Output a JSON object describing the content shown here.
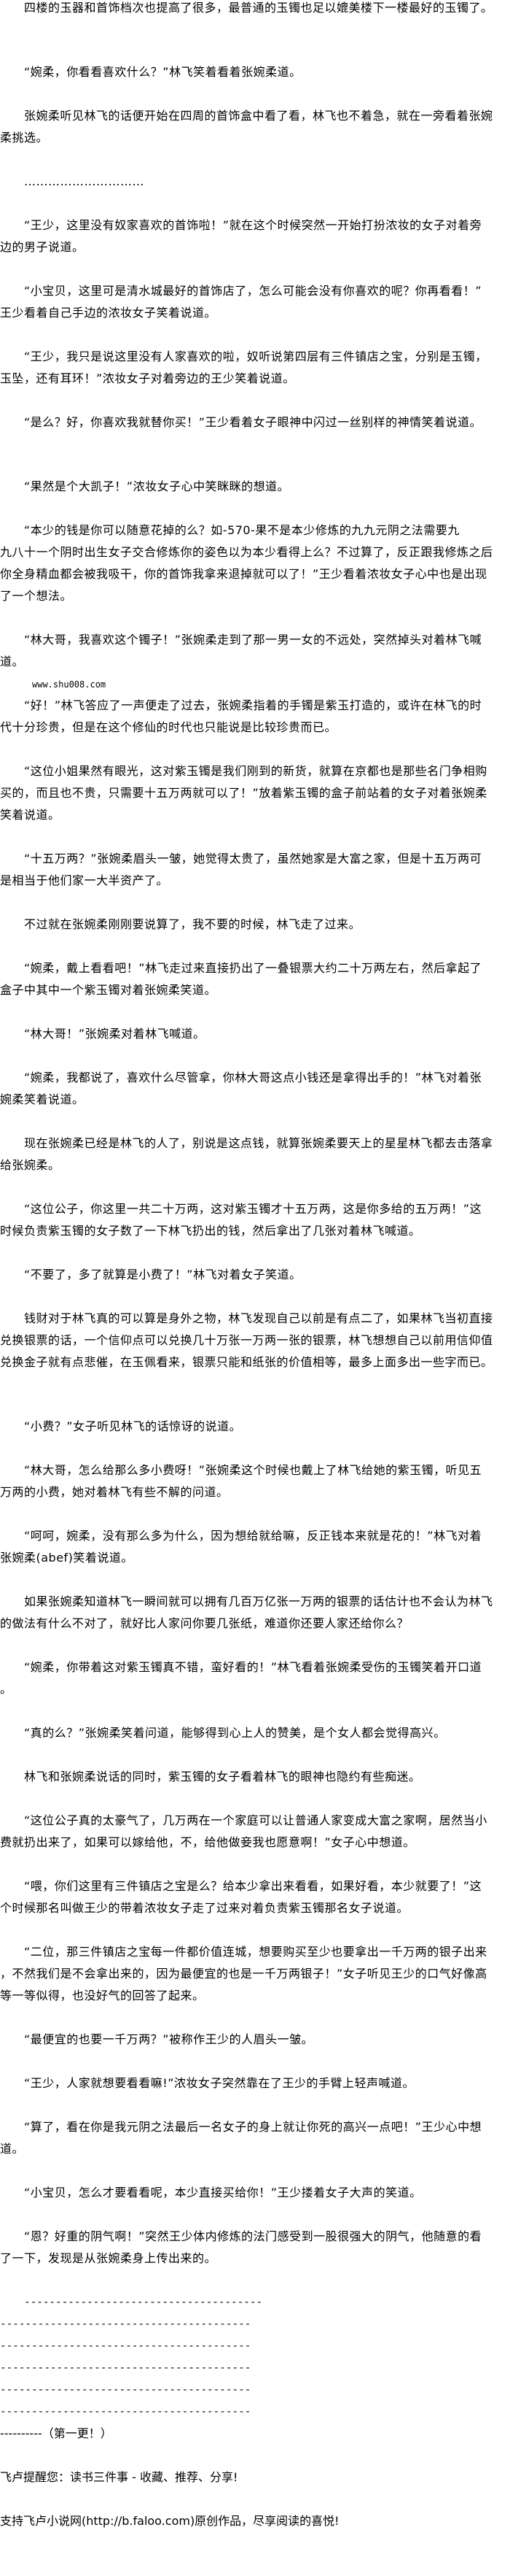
{
  "paragraphs": [
    {
      "indent": true,
      "lines": [
        "四楼的玉器和首饰档次也提高了很多，最普通的玉镯也足以媲美楼下一楼最好的玉镯了。"
      ]
    },
    {
      "indent": true,
      "lines": [
        "“婉柔，你看看喜欢什么？”林飞笑着看着张婉柔道。"
      ]
    },
    {
      "indent": true,
      "lines": [
        "张婉柔听见林飞的话便开始在四周的首饰盒中看了看，林飞也不着急，就在一旁看着张婉",
        "柔挑选。"
      ]
    },
    {
      "indent": true,
      "lines": [
        "…………………………"
      ]
    },
    {
      "indent": true,
      "lines": [
        "“王少，这里没有奴家喜欢的首饰啦！”就在这个时候突然一开始打扮浓妆的女子对着旁",
        "边的男子说道。"
      ]
    },
    {
      "indent": true,
      "lines": [
        "“小宝贝，这里可是清水城最好的首饰店了，怎么可能会没有你喜欢的呢？你再看看！”",
        "王少看着自己手边的浓妆女子笑着说道。"
      ]
    },
    {
      "indent": true,
      "lines": [
        "“王少，我只是说这里没有人家喜欢的啦，奴听说第四层有三件镇店之宝，分别是玉镯，",
        "玉坠，还有耳环！”浓妆女子对着旁边的王少笑着说道。"
      ]
    },
    {
      "indent": true,
      "lines": [
        "“是么？好，你喜欢我就替你买！”王少看着女子眼神中闪过一丝别样的神情笑着说道。"
      ]
    },
    {
      "indent": true,
      "lines": [
        "“果然是个大凯子！”浓妆女子心中笑眯眯的想道。"
      ]
    },
    {
      "indent": true,
      "lines": [
        "“本少的钱是你可以随意花掉的么？如-570-果不是本少修炼的九九元阴之法需要九",
        "九八十一个阴时出生女子交合修炼你的姿色以为本少看得上么？不过算了，反正跟我修炼之后",
        "你全身精血都会被我吸干，你的首饰我拿来退掉就可以了！”王少看着浓妆女子心中也是出现",
        "了一个想法。"
      ]
    },
    {
      "indent": true,
      "lines": [
        "“林大哥，我喜欢这个镯子！”张婉柔走到了那一男一女的不远处，突然掉头对着林飞喊",
        "道。"
      ]
    },
    {
      "indent": true,
      "watermark": "www.shu008.com",
      "lines": [
        "“好！”林飞答应了一声便走了过去，张婉柔指着的手镯是紫玉打造的，或许在林飞的时",
        "代十分珍贵，但是在这个修仙的时代也只能说是比较珍贵而已。"
      ]
    },
    {
      "indent": true,
      "lines": [
        "“这位小姐果然有眼光，这对紫玉镯是我们刚到的新货，就算在京都也是那些名门争相购",
        "买的，而且也不贵，只需要十五万两就可以了！”放着紫玉镯的盒子前站着的女子对着张婉柔",
        "笑着说道。"
      ]
    },
    {
      "indent": true,
      "lines": [
        "“十五万两？”张婉柔眉头一皱，她觉得太贵了，虽然她家是大富之家，但是十五万两可",
        "是相当于他们家一大半资产了。"
      ]
    },
    {
      "indent": true,
      "lines": [
        "不过就在张婉柔刚刚要说算了，我不要的时候，林飞走了过来。"
      ]
    },
    {
      "indent": true,
      "lines": [
        "“婉柔，戴上看看吧！”林飞走过来直接扔出了一叠银票大约二十万两左右，然后拿起了",
        "盒子中其中一个紫玉镯对着张婉柔笑道。"
      ]
    },
    {
      "indent": true,
      "lines": [
        "“林大哥！”张婉柔对着林飞喊道。"
      ]
    },
    {
      "indent": true,
      "lines": [
        "“婉柔，我都说了，喜欢什么尽管拿，你林大哥这点小钱还是拿得出手的！”林飞对着张",
        "婉柔笑着说道。"
      ]
    },
    {
      "indent": true,
      "lines": [
        "现在张婉柔已经是林飞的人了，别说是这点钱，就算张婉柔要天上的星星林飞都去击落拿",
        "给张婉柔。"
      ]
    },
    {
      "indent": true,
      "lines": [
        "“这位公子，你这里一共二十万两，这对紫玉镯才十五万两，这是你多给的五万两！”这",
        "时候负责紫玉镯的女子数了一下林飞扔出的钱，然后拿出了几张对着林飞喊道。"
      ]
    },
    {
      "indent": true,
      "lines": [
        "“不要了，多了就算是小费了！”林飞对着女子笑道。"
      ]
    },
    {
      "indent": true,
      "lines": [
        "钱财对于林飞真的可以算是身外之物，林飞发现自己以前是有点二了，如果林飞当初直接",
        "兑换银票的话，一个信仰点可以兑换几十万张一万两一张的银票，林飞想想自己以前用信仰值",
        "兑换金子就有点悲催，在玉佩看来，银票只能和纸张的价值相等，最多上面多出一些字而已。"
      ]
    },
    {
      "indent": true,
      "lines": [
        "“小费？”女子听见林飞的话惊讶的说道。"
      ]
    },
    {
      "indent": true,
      "lines": [
        "“林大哥，怎么给那么多小费呀！”张婉柔这个时候也戴上了林飞给她的紫玉镯，听见五",
        "万两的小费，她对着林飞有些不解的问道。"
      ]
    },
    {
      "indent": true,
      "lines": [
        "“呵呵，婉柔，没有那么多为什么，因为想给就给嘛，反正钱本来就是花的！”林飞对着",
        "张婉柔(abef)笑着说道。"
      ]
    },
    {
      "indent": true,
      "lines": [
        "如果张婉柔知道林飞一瞬间就可以拥有几百万亿张一万两的银票的话估计也不会认为林飞",
        "的做法有什么不对了，就好比人家问你要几张纸，难道你还要人家还给你么？"
      ]
    },
    {
      "indent": true,
      "lines": [
        "“婉柔，你带着这对紫玉镯真不错，蛮好看的！”林飞看着张婉柔受伤的玉镯笑着开口道",
        "。"
      ]
    },
    {
      "indent": true,
      "lines": [
        "“真的么？”张婉柔笑着问道，能够得到心上人的赞美，是个女人都会觉得高兴。"
      ]
    },
    {
      "indent": true,
      "lines": [
        "林飞和张婉柔说话的同时，紫玉镯的女子看着林飞的眼神也隐约有些痴迷。"
      ]
    },
    {
      "indent": true,
      "lines": [
        "“这位公子真的太豪气了，几万两在一个家庭可以让普通人家变成大富之家啊，居然当小",
        "费就扔出来了，如果可以嫁给他，不，给他做妾我也愿意啊！”女子心中想道。"
      ]
    },
    {
      "indent": true,
      "lines": [
        "“喂，你们这里有三件镇店之宝是么？给本少拿出来看看，如果好看，本少就要了！”这",
        "个时候那名叫做王少的带着浓妆女子走了过来对着负责紫玉镯那名女子说道。"
      ]
    },
    {
      "indent": true,
      "lines": [
        "“二位，那三件镇店之宝每一件都价值连城，想要购买至少也要拿出一千万两的银子出来",
        "，不然我们是不会拿出来的，因为最便宜的也是一千万两银子！”女子听见王少的口气好像高",
        "等一等似得，也没好气的回答了起来。"
      ]
    },
    {
      "indent": true,
      "lines": [
        "“最便宜的也要一千万两？”被称作王少的人眉头一皱。"
      ]
    },
    {
      "indent": true,
      "lines": [
        "“王少，人家就想要看看嘛!”浓妆女子突然靠在了王少的手臂上轻声喊道。"
      ]
    },
    {
      "indent": true,
      "lines": [
        "“算了，看在你是我元阴之法最后一名女子的身上就让你死的高兴一点吧！”王少心中想",
        "道。"
      ]
    },
    {
      "indent": true,
      "lines": [
        "“小宝贝，怎么才要看看呢，本少直接买给你！”王少搂着女子大声的笑道。"
      ]
    },
    {
      "indent": true,
      "lines": [
        "“恩？好重的阴气啊！”突然王少体内修炼的法门感受到一股很强大的阴气，他随意的看",
        "了一下，发现是从张婉柔身上传出来的。"
      ]
    }
  ],
  "separator": {
    "lines": [
      "--------------------------------------",
      "----------------------------------------",
      "----------------------------------------",
      "----------------------------------------",
      "----------------------------------------",
      "----------------------------------------"
    ],
    "chapter_note": "----------（第一更！）"
  },
  "footer": {
    "reminder": "飞卢提醒您：读书三件事 - 收藏、推荐、分享!",
    "support": "支持飞卢小说网(http://b.faloo.com)原创作品，尽享阅读的喜悦!"
  }
}
